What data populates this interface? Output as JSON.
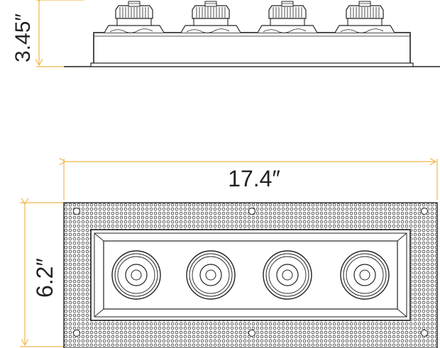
{
  "dimensions": {
    "height_label": "3.45″",
    "width_label": "17.4″",
    "depth_label": "6.2″"
  },
  "fixture": {
    "lamp_count": 4,
    "lamp_icon": "led-module-icon",
    "trim_icon": "square-trim-icon"
  },
  "colors": {
    "dimension_line": "#f0b84a",
    "linework": "#222222",
    "background": "#ffffff"
  }
}
